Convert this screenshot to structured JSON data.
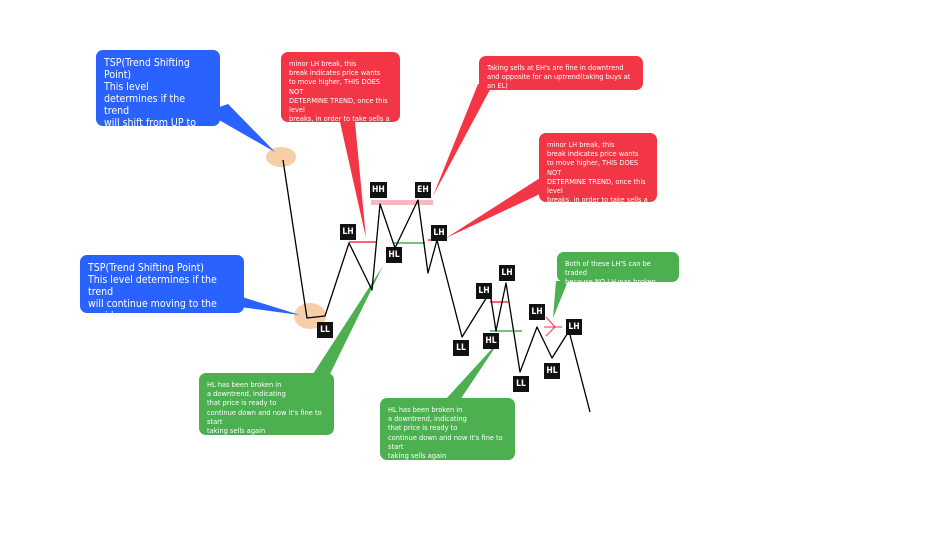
{
  "callouts": {
    "tsp_down": "TSP(Trend Shifting Point)\nThis level\ndetermines if the trend\nwill shift from UP to DOWN",
    "tsp_up": "TSP(Trend Shifting Point)\nThis level determines if the trend\nwill continue moving to the upside",
    "minor_lh_1": "minor LH break, this\nbreak indicates price wants\nto move higher, THIS DOES NOT\nDETERMINE TREND, once this level\nbreaks, in order to take sells a HL\nmust be broken",
    "eh_sells": "Taking sells at EH's are fine in downtrend\nand opposite for an uptrend(taking buys at an EL)",
    "minor_lh_2": "minor LH break, this\nbreak indicates price wants\nto move higher, THIS DOES NOT\nDETERMINE TREND, once this level\nbreaks, in order to take sells a HL\nmust be broken",
    "both_lh": "Both of these LH'S can be traded\nbecause NO LH was broken.",
    "hl_broken_1": "HL has been broken in\na downtrend, indicating\nthat price is ready to\ncontinue down and now it's fine to start\ntaking sells again",
    "hl_broken_2": "HL has been broken in\na downtrend, indicating\nthat price is ready to\ncontinue down and now it's fine to start\ntaking sells again"
  },
  "labels": {
    "ll_1": "LL",
    "lh_1": "LH",
    "hh": "HH",
    "hl_1": "HL",
    "eh": "EH",
    "lh_2": "LH",
    "ll_2": "LL",
    "lh_3": "LH",
    "lh_4": "LH",
    "hl_2": "HL",
    "ll_3": "LL",
    "lh_5": "LH",
    "hl_3": "HL",
    "lh_6": "LH"
  },
  "colors": {
    "blue": "#2962ff",
    "red": "#f23645",
    "green": "#4caf50",
    "highlight": "#f5c79a",
    "eh_zone": "#f7b9c0",
    "price_line": "#000000"
  }
}
